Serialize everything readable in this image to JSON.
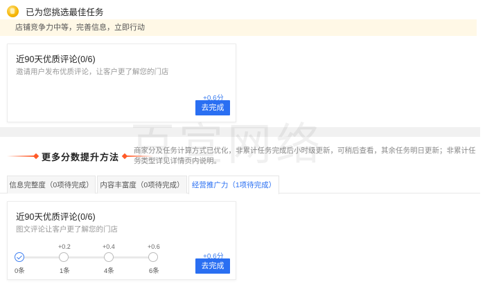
{
  "header": {
    "title": "已为您挑选最佳任务"
  },
  "notice": {
    "text": "店铺竞争力中等，完善信息，立即行动"
  },
  "task_card_1": {
    "title": "近90天优质评论(0/6)",
    "desc": "邀请用户发布优质评论，让客户更了解您的门店",
    "points": "+0.6分",
    "button": "去完成"
  },
  "section": {
    "title": "更多分数提升方法",
    "note": "商家分及任务计算方式已优化，非累计任务完成后小时级更新，可稍后查看，其余任务明日更新；非累计任务类型详见详情页内说明。"
  },
  "tabs": [
    {
      "label": "信息完整度（0项待完成）"
    },
    {
      "label": "内容丰富度（0项待完成）"
    },
    {
      "label": "经营推广力（1项待完成）"
    }
  ],
  "task_card_2": {
    "title": "近90天优质评论(0/6)",
    "desc": "图文评论让客户更了解您的门店",
    "points": "+0.6分",
    "button": "去完成",
    "steps": [
      {
        "bonus": "",
        "label": "0条",
        "done": true
      },
      {
        "bonus": "+0.2",
        "label": "1条",
        "done": false
      },
      {
        "bonus": "+0.4",
        "label": "4条",
        "done": false
      },
      {
        "bonus": "+0.6",
        "label": "6条",
        "done": false
      }
    ]
  },
  "watermark": {
    "text": "百宣网络"
  },
  "colors": {
    "accent": "#2a6ff2",
    "notice_bg": "#fff8e6",
    "orange": "#ff5a28"
  }
}
